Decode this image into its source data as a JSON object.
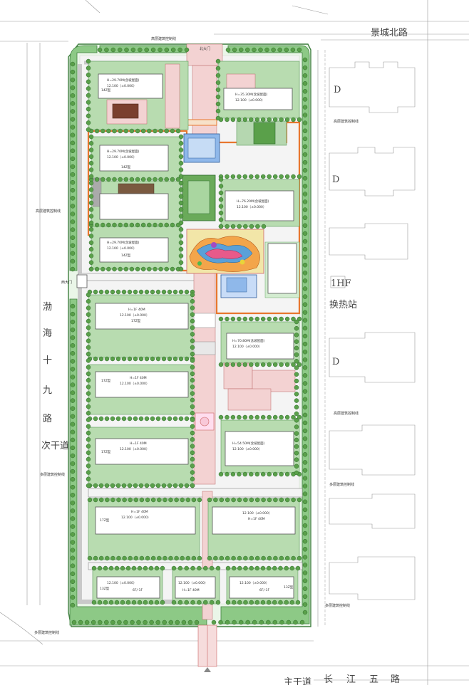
{
  "colors": {
    "lawn": "#b8dcb0",
    "hedge": "#8dc986",
    "tree": "#5aa04a",
    "road": "#f4f4f4",
    "plaza": "#f3d2d2",
    "boundary": "#e8772e",
    "water": "#8fb8ea"
  },
  "roads": {
    "north": "景城北路",
    "south": [
      "长",
      "江",
      "五",
      "路"
    ],
    "west": [
      "渤",
      "海",
      "十",
      "九",
      "路"
    ],
    "west_sub": "次干道",
    "south_sub": "主干道"
  },
  "gates": {
    "north": "北大门",
    "west": "西大门"
  },
  "control_lines": {
    "high_top": "高层建筑控制线",
    "high_west": "高层建筑控制线",
    "multi_west": "多层建筑控制线",
    "multi_sw": "多层建筑控制线",
    "high_east_1": "高层建筑控制线",
    "high_east_2": "高层建筑控制线",
    "multi_east_1": "多层建筑控制线",
    "multi_east_2": "多层建筑控制线"
  },
  "neighbors": {
    "d1": "D",
    "d2": "D",
    "d3": "D",
    "heat_code": "1HF",
    "heat": "换热站"
  },
  "buildings": [
    {
      "id": "b1",
      "l1": "H=29.70M(含坡屋面)",
      "l2": "12.100（±0.000）",
      "t": "14Z型"
    },
    {
      "id": "b2",
      "l1": "H=29.70M(含坡屋面)",
      "l2": "12.100（±0.000）",
      "t": "14Z型"
    },
    {
      "id": "b3",
      "l1": "H=29.70M(含坡屋面)",
      "l2": "12.100（±0.000）",
      "t": "14Z型"
    },
    {
      "id": "b4",
      "l1": "H=35.30M(含坡屋面)",
      "l2": "12.100（±0.000）",
      "t": ""
    },
    {
      "id": "b5",
      "l1": "H=76.20M(含坡屋面)",
      "l2": "12.100（±0.000）",
      "t": ""
    },
    {
      "id": "b6",
      "l1": "H=70.80M(含坡屋面)",
      "l2": "12.100（±0.000）",
      "t": ""
    },
    {
      "id": "b7",
      "l1": "H=54.50M(含坡屋面)",
      "l2": "12.100（±0.000）",
      "t": ""
    },
    {
      "id": "b8",
      "l1": "H=1F 40M",
      "l2": "12.100（±0.000）",
      "t": "17Z型"
    },
    {
      "id": "b9",
      "l1": "H=1F 40M",
      "l2": "12.100（±0.000）",
      "t": "17Z型"
    },
    {
      "id": "b10",
      "l1": "H=1F 40M",
      "l2": "12.100（±0.000）",
      "t": "17Z型"
    },
    {
      "id": "b11",
      "l1": "H=1F 40M",
      "l2": "12.100（±0.000）",
      "t": "17Z型"
    },
    {
      "id": "b12",
      "l1": "H=1F 40M",
      "l2": "12.100（±0.000）",
      "t": ""
    },
    {
      "id": "b13",
      "l1": "12.100（±0.000）",
      "l2": "6F/-1F",
      "t": "13Z型"
    },
    {
      "id": "b14",
      "l1": "12.100（±0.000）",
      "l2": "H=1F 40M",
      "t": ""
    },
    {
      "id": "b15",
      "l1": "12.100（±0.000）",
      "l2": "6F/-1F",
      "t": "13Z型"
    }
  ]
}
